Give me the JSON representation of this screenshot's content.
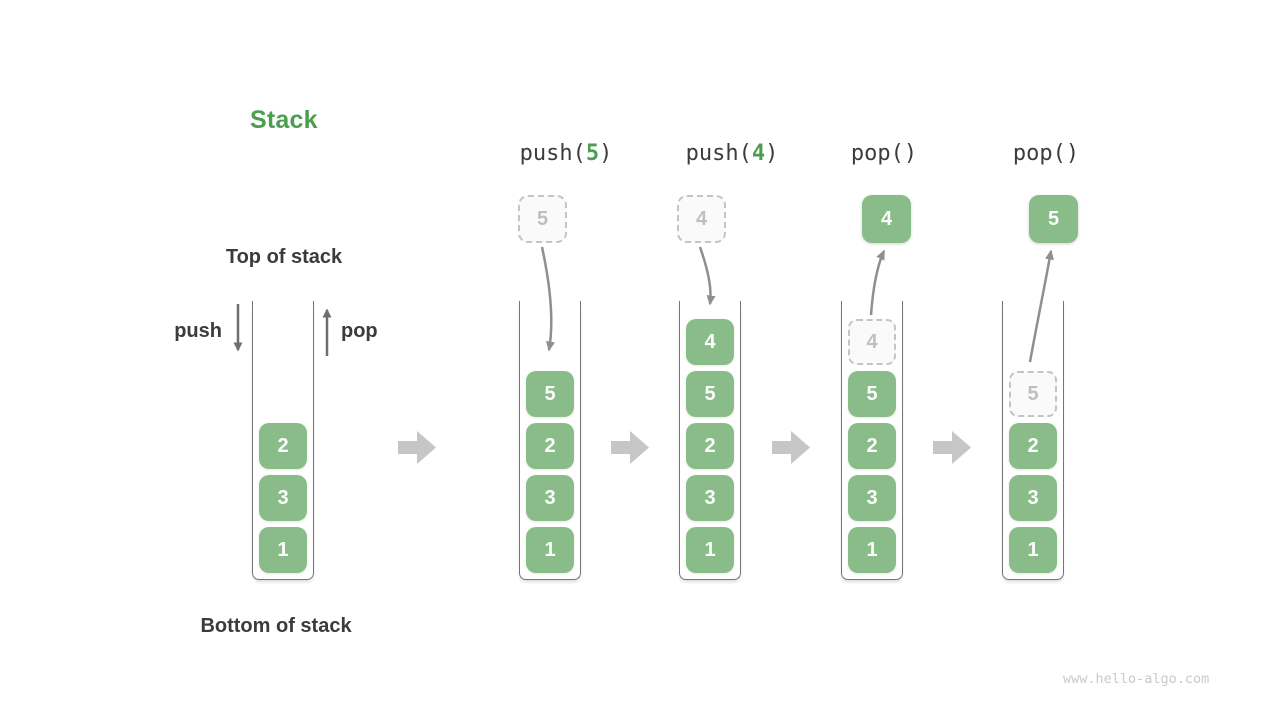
{
  "title": "Stack",
  "labels": {
    "top": "Top of stack",
    "bottom": "Bottom of stack",
    "push": "push",
    "pop": "pop"
  },
  "operations": [
    {
      "prefix": "push(",
      "arg": "5",
      "suffix": ")"
    },
    {
      "prefix": "push(",
      "arg": "4",
      "suffix": ")"
    },
    {
      "prefix": "pop()",
      "arg": "",
      "suffix": ""
    },
    {
      "prefix": "pop()",
      "arg": "",
      "suffix": ""
    }
  ],
  "floating_boxes": [
    {
      "value": "5",
      "style": "dashed",
      "meaning": "value being pushed"
    },
    {
      "value": "4",
      "style": "dashed",
      "meaning": "value being pushed"
    },
    {
      "value": "4",
      "style": "solid",
      "meaning": "value popped off"
    },
    {
      "value": "5",
      "style": "solid",
      "meaning": "value popped off"
    }
  ],
  "stacks": [
    {
      "name": "initial",
      "items": [
        {
          "value": "2",
          "ghost": false
        },
        {
          "value": "3",
          "ghost": false
        },
        {
          "value": "1",
          "ghost": false
        }
      ]
    },
    {
      "name": "after-push-5",
      "items": [
        {
          "value": "5",
          "ghost": false
        },
        {
          "value": "2",
          "ghost": false
        },
        {
          "value": "3",
          "ghost": false
        },
        {
          "value": "1",
          "ghost": false
        }
      ]
    },
    {
      "name": "after-push-4",
      "items": [
        {
          "value": "4",
          "ghost": false
        },
        {
          "value": "5",
          "ghost": false
        },
        {
          "value": "2",
          "ghost": false
        },
        {
          "value": "3",
          "ghost": false
        },
        {
          "value": "1",
          "ghost": false
        }
      ]
    },
    {
      "name": "after-pop-4",
      "items": [
        {
          "value": "4",
          "ghost": true
        },
        {
          "value": "5",
          "ghost": false
        },
        {
          "value": "2",
          "ghost": false
        },
        {
          "value": "3",
          "ghost": false
        },
        {
          "value": "1",
          "ghost": false
        }
      ]
    },
    {
      "name": "after-pop-5",
      "items": [
        {
          "value": "5",
          "ghost": true
        },
        {
          "value": "2",
          "ghost": false
        },
        {
          "value": "3",
          "ghost": false
        },
        {
          "value": "1",
          "ghost": false
        }
      ]
    }
  ],
  "watermark": "www.hello-algo.com",
  "colors": {
    "accent_green": "#4b9e50",
    "box_green": "#89bc89",
    "ghost_gray": "#bfbfbf",
    "text_dark": "#3b3b3b",
    "arrow_gray": "#8f8f8f",
    "block_arrow_gray": "#c6c6c6",
    "watermark_gray": "#c9c9c9"
  }
}
